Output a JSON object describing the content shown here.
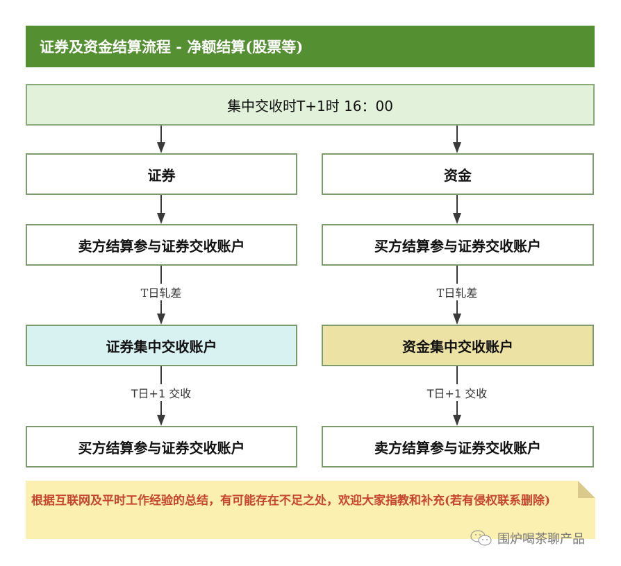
{
  "header": {
    "title": "证券及资金结算流程 - 净额结算(股票等)",
    "bg_color": "#548f32"
  },
  "top": {
    "label": "集中交收时T+1时 16：00"
  },
  "left_column": {
    "row1": "证券",
    "row2": "卖方结算参与证券交收账户",
    "edge1": "T日轧差",
    "row3": "证券集中交收账户",
    "edge2": "T日+1 交收",
    "row4": "买方结算参与证券交收账户"
  },
  "right_column": {
    "row1": "资金",
    "row2": "买方结算参与证券交收账户",
    "edge1": "T日轧差",
    "row3": "资金集中交收账户",
    "edge2": "T日+1 交收",
    "row4": "卖方结算参与证券交收账户"
  },
  "note": {
    "text": "根据互联网及平时工作经验的总结，有可能存在不足之处，欢迎大家指教和补充(若有侵权联系删除)",
    "color": "#c8452d"
  },
  "watermark": {
    "icon": "wechat-icon",
    "text": "围炉喝茶聊产品"
  }
}
